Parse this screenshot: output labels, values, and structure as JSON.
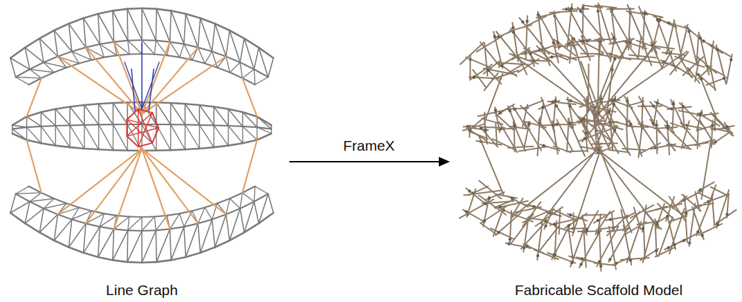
{
  "diagram": {
    "labels": [
      "Line Graph",
      "FrameX",
      "Fabricable Scaffold Model"
    ]
  }
}
